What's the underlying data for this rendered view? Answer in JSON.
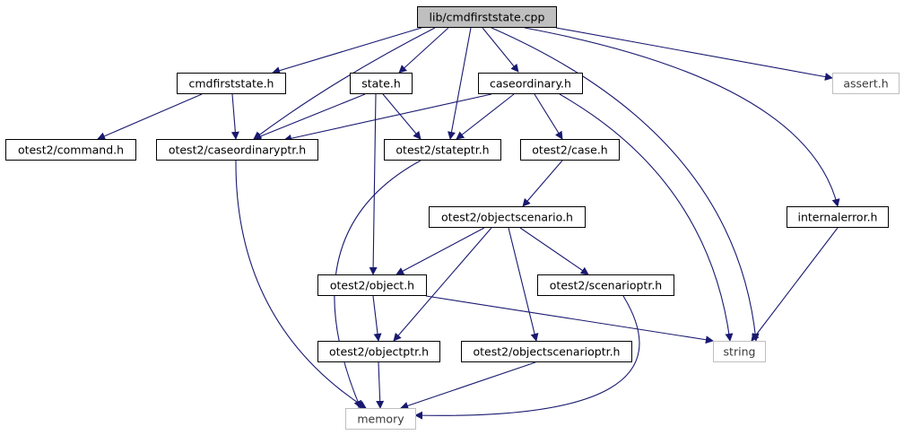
{
  "diagram": {
    "title": "lib/cmdfirststate.cpp",
    "colors": {
      "edge": "#191970",
      "root_fill": "#bfbfbf",
      "node_border": "#000000",
      "system_border": "#bfbfbf",
      "system_text": "#3a3a3a"
    },
    "nodes": [
      {
        "id": "root",
        "label": "lib/cmdfirststate.cpp",
        "kind": "root"
      },
      {
        "id": "cmdfirststate_h",
        "label": "cmdfirststate.h",
        "kind": "local"
      },
      {
        "id": "state_h",
        "label": "state.h",
        "kind": "local"
      },
      {
        "id": "caseordinary_h",
        "label": "caseordinary.h",
        "kind": "local"
      },
      {
        "id": "assert_h",
        "label": "assert.h",
        "kind": "system"
      },
      {
        "id": "command_h",
        "label": "otest2/command.h",
        "kind": "local"
      },
      {
        "id": "caseordinaryptr_h",
        "label": "otest2/caseordinaryptr.h",
        "kind": "local"
      },
      {
        "id": "stateptr_h",
        "label": "otest2/stateptr.h",
        "kind": "local"
      },
      {
        "id": "case_h",
        "label": "otest2/case.h",
        "kind": "local"
      },
      {
        "id": "internalerror_h",
        "label": "internalerror.h",
        "kind": "local"
      },
      {
        "id": "objectscenario_h",
        "label": "otest2/objectscenario.h",
        "kind": "local"
      },
      {
        "id": "object_h",
        "label": "otest2/object.h",
        "kind": "local"
      },
      {
        "id": "scenarioptr_h",
        "label": "otest2/scenarioptr.h",
        "kind": "local"
      },
      {
        "id": "objectptr_h",
        "label": "otest2/objectptr.h",
        "kind": "local"
      },
      {
        "id": "objectscenarioptr_h",
        "label": "otest2/objectscenarioptr.h",
        "kind": "local"
      },
      {
        "id": "string",
        "label": "string",
        "kind": "system"
      },
      {
        "id": "memory",
        "label": "memory",
        "kind": "system"
      }
    ],
    "edges": [
      {
        "from": "root",
        "to": "cmdfirststate_h"
      },
      {
        "from": "root",
        "to": "caseordinaryptr_h"
      },
      {
        "from": "root",
        "to": "state_h"
      },
      {
        "from": "root",
        "to": "stateptr_h"
      },
      {
        "from": "root",
        "to": "caseordinary_h"
      },
      {
        "from": "root",
        "to": "string"
      },
      {
        "from": "root",
        "to": "internalerror_h"
      },
      {
        "from": "root",
        "to": "assert_h"
      },
      {
        "from": "cmdfirststate_h",
        "to": "command_h"
      },
      {
        "from": "cmdfirststate_h",
        "to": "caseordinaryptr_h"
      },
      {
        "from": "state_h",
        "to": "caseordinaryptr_h"
      },
      {
        "from": "state_h",
        "to": "stateptr_h"
      },
      {
        "from": "state_h",
        "to": "object_h"
      },
      {
        "from": "caseordinary_h",
        "to": "caseordinaryptr_h"
      },
      {
        "from": "caseordinary_h",
        "to": "stateptr_h"
      },
      {
        "from": "caseordinary_h",
        "to": "case_h"
      },
      {
        "from": "caseordinary_h",
        "to": "string"
      },
      {
        "from": "caseordinaryptr_h",
        "to": "memory"
      },
      {
        "from": "stateptr_h",
        "to": "memory"
      },
      {
        "from": "case_h",
        "to": "objectscenario_h"
      },
      {
        "from": "internalerror_h",
        "to": "string"
      },
      {
        "from": "objectscenario_h",
        "to": "object_h"
      },
      {
        "from": "objectscenario_h",
        "to": "objectptr_h"
      },
      {
        "from": "objectscenario_h",
        "to": "objectscenarioptr_h"
      },
      {
        "from": "objectscenario_h",
        "to": "scenarioptr_h"
      },
      {
        "from": "object_h",
        "to": "objectptr_h"
      },
      {
        "from": "object_h",
        "to": "string"
      },
      {
        "from": "objectptr_h",
        "to": "memory"
      },
      {
        "from": "objectscenarioptr_h",
        "to": "memory"
      },
      {
        "from": "scenarioptr_h",
        "to": "memory"
      }
    ]
  }
}
